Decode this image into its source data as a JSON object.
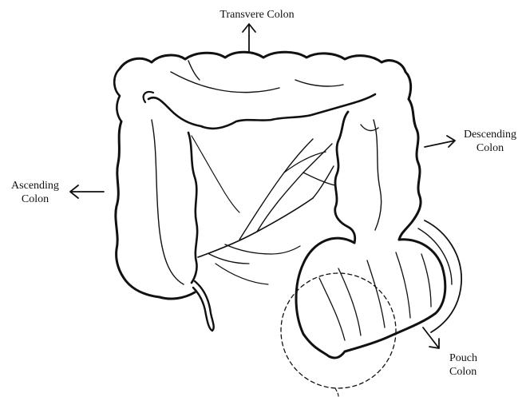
{
  "labels": {
    "transverse": "Transvere Colon",
    "ascending": [
      "Ascending",
      "Colon"
    ],
    "descending": [
      "Descending",
      "Colon"
    ],
    "pouch": [
      "Pouch",
      "Colon"
    ]
  },
  "colors": {
    "ink": "#111111",
    "background": "#ffffff"
  }
}
